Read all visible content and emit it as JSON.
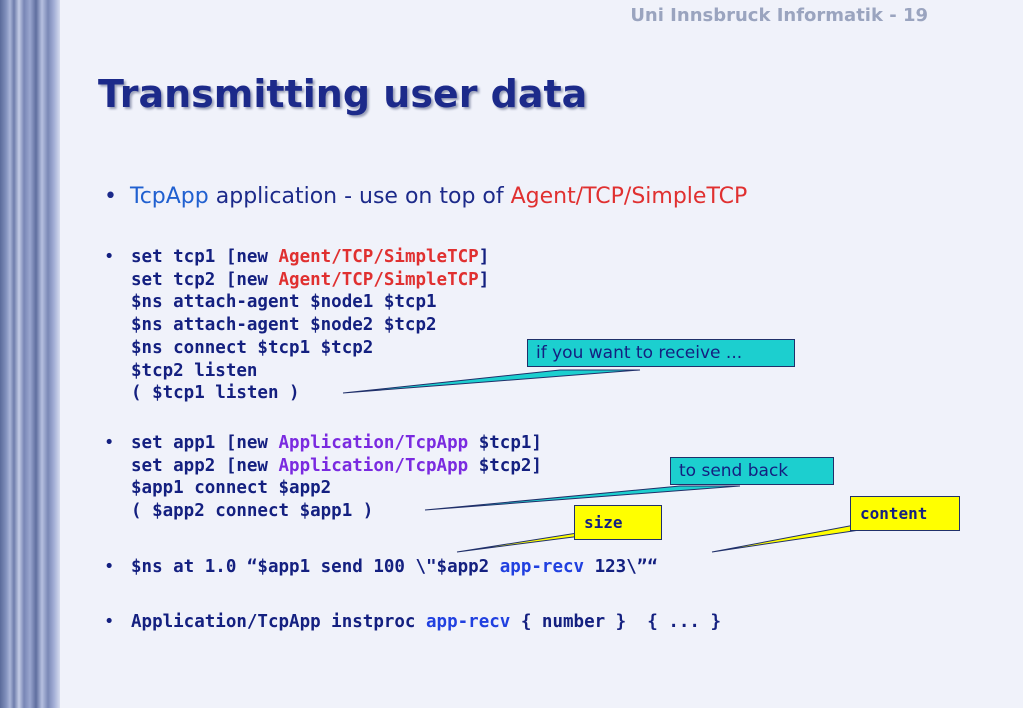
{
  "header": {
    "text": "Uni Innsbruck Informatik - 19"
  },
  "title": "Transmitting user data",
  "bullet1": {
    "part1": "TcpApp",
    "part2": " application - use on top of ",
    "part3": "Agent/TCP/SimpleTCP"
  },
  "block1": {
    "l1a": "set tcp1 [new ",
    "l1b": "Agent/TCP/SimpleTCP",
    "l1c": "]",
    "l2a": "set tcp2 [new ",
    "l2b": "Agent/TCP/SimpleTCP",
    "l2c": "]",
    "l3": "$ns attach-agent $node1 $tcp1",
    "l4": "$ns attach-agent $node2 $tcp2",
    "l5": "$ns connect $tcp1 $tcp2",
    "l6": "$tcp2 listen",
    "l7": "( $tcp1 listen )"
  },
  "block2": {
    "l1a": "set app1 [new ",
    "l1b": "Application/TcpApp",
    "l1c": " $tcp1]",
    "l2a": "set app2 [new ",
    "l2b": "Application/TcpApp",
    "l2c": " $tcp2]",
    "l3": "$app1 connect $app2",
    "l4": "( $app2 connect $app1 )"
  },
  "block3": {
    "a": "$ns at 1.0 “$app1 send 100 \\\"$app2 ",
    "b": "app-recv",
    "c": " 123\\”“"
  },
  "block4": {
    "a": "Application/TcpApp instproc ",
    "b": "app-recv",
    "c": " { number }  { ... }"
  },
  "callouts": {
    "receive": "if you want to receive ...",
    "send_back": "to send back",
    "size": "size",
    "content": "content"
  },
  "bullet_symbol": "•",
  "colors": {
    "title": "#1c2a8a",
    "accent_red": "#e03030",
    "accent_purple": "#7a2ae0",
    "callout_cyan": "#1ccfcf",
    "callout_yellow": "#ffff00"
  }
}
